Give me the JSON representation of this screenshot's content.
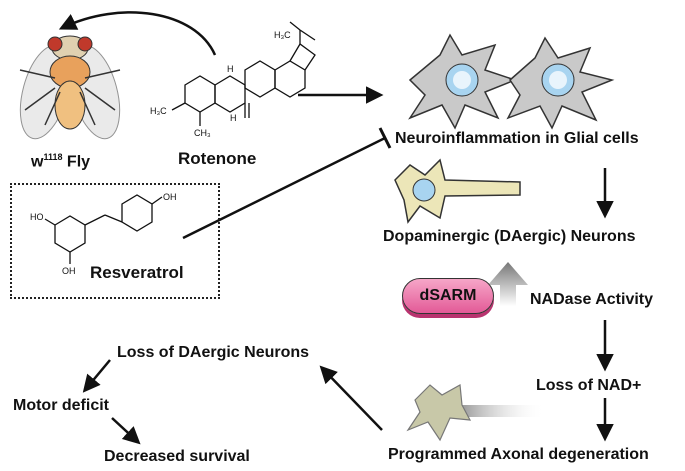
{
  "labels": {
    "fly_prefix": "w",
    "fly_superscript": "1118",
    "fly_suffix": " Fly",
    "rotenone": "Rotenone",
    "resveratrol": "Resveratrol",
    "neuroinflammation": "Neuroinflammation in Glial cells",
    "dopaminergic": "Dopaminergic (DAergic) Neurons",
    "dsarm": "dSARM",
    "nadase": "NADase Activity",
    "loss_nad": "Loss of NAD+",
    "axonal": "Programmed Axonal degeneration",
    "loss_da": "Loss of DAergic Neurons",
    "motor": "Motor deficit",
    "survival": "Decreased survival"
  },
  "chem": {
    "methyl_top": "H₃C",
    "methoxy1": "H₃C",
    "methoxy2": "CH₃",
    "oh_top": "OH",
    "ho_left": "HO",
    "oh_bottom": "OH",
    "h1": "H",
    "h2": "H"
  },
  "colors": {
    "glia_fill": "#c9c9c9",
    "nucleus": "#a8d4f0",
    "neuron_fill": "#ece6b8",
    "dsarm_pill": "#ee7fb0",
    "fly_body": "#e8a15c"
  }
}
